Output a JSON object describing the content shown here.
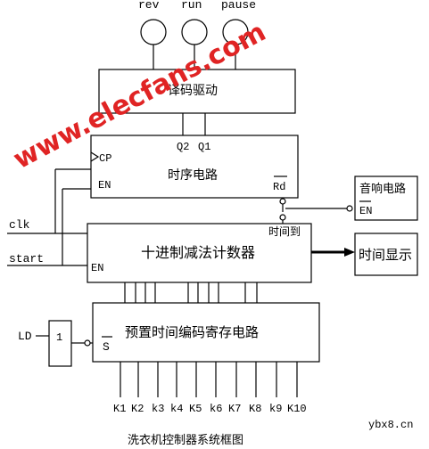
{
  "top_inputs": [
    "rev",
    "run",
    "pause"
  ],
  "decoder": {
    "label": "译码驱动"
  },
  "timing": {
    "label": "时序电路",
    "q2": "Q2",
    "q1": "Q1",
    "cp": "CP",
    "en": "EN",
    "rd": "Rd"
  },
  "sound": {
    "label": "音响电路",
    "en": "EN"
  },
  "counter": {
    "label": "十进制减法计数器",
    "en": "EN",
    "time_up": "时间到"
  },
  "display": {
    "label": "时间显示"
  },
  "preset": {
    "label": "预置时间编码寄存电路",
    "s": "S"
  },
  "inputs": {
    "clk": "clk",
    "start": "start",
    "ld": "LD"
  },
  "gate": {
    "label": "1"
  },
  "switches": [
    "K1",
    "K2",
    "k3",
    "k4",
    "K5",
    "k6",
    "K7",
    "K8",
    "k9",
    "K10"
  ],
  "caption": "洗衣机控制器系统框图",
  "watermark": {
    "main": "www.elecfans.com",
    "corner": "ybx8.cn"
  },
  "colors": {
    "line": "#000000",
    "watermark": "#e02424"
  }
}
